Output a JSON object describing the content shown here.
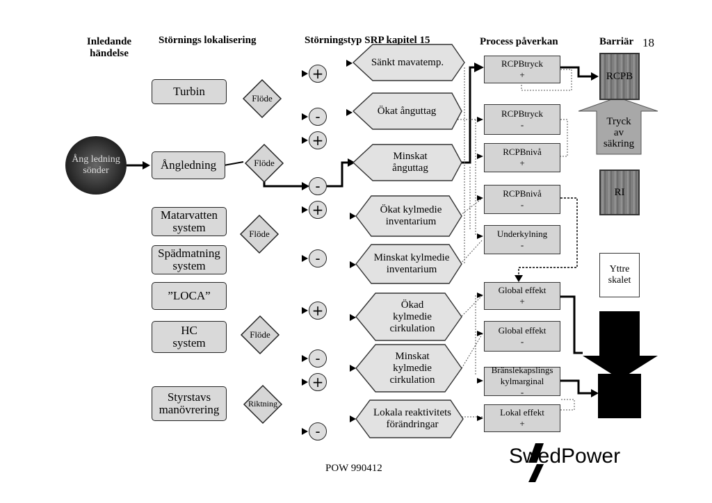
{
  "page_number": "18",
  "headers": {
    "initial_event": "Inledande händelse",
    "disturbance_location": "Störnings lokalisering",
    "disturbance_type": "Störningstyp SRP kapitel 15",
    "process_effect": "Process påverkan",
    "barrier": "Barriär"
  },
  "initial_event_node": "Ång ledning sönder",
  "locations": [
    "Turbin",
    "Ångledning",
    "Matarvatten system",
    "Spädmatning system",
    "”LOCA”",
    "HC system",
    "Styrstavs manövrering"
  ],
  "diamonds": [
    "Flöde",
    "Flöde",
    "Flöde",
    "Flöde",
    "Riktning"
  ],
  "signs": [
    "+",
    "-",
    "+",
    "-",
    "+",
    "-",
    "+",
    "-",
    "+",
    "-"
  ],
  "disturbance_types": [
    "Sänkt mavatemp.",
    "Ökat ånguttag",
    "Minskat ånguttag",
    "Ökat kylmedie inventarium",
    "Minskat kylmedie inventarium",
    "Ökad kylmedie cirkulation",
    "Minskat kylmedie cirkulation",
    "Lokala reaktivitets förändringar"
  ],
  "process_effects": [
    {
      "name": "RCPBtryck",
      "sign": "+"
    },
    {
      "name": "RCPBtryck",
      "sign": "-"
    },
    {
      "name": "RCPBnivå",
      "sign": "+"
    },
    {
      "name": "RCPBnivå",
      "sign": "-"
    },
    {
      "name": "Underkylning",
      "sign": "-"
    },
    {
      "name": "Global effekt",
      "sign": "+"
    },
    {
      "name": "Global effekt",
      "sign": "-"
    },
    {
      "name": "Bränslekapslings kylmarginal",
      "sign": "-"
    },
    {
      "name": "Lokal effekt",
      "sign": "+"
    }
  ],
  "barriers": {
    "rcpb": "RCPB",
    "pressure_relief": "Tryck av säkring",
    "ri": "RI",
    "outer_shell": "Yttre skalet"
  },
  "footer": "POW 990412",
  "logo": "SwedPower"
}
